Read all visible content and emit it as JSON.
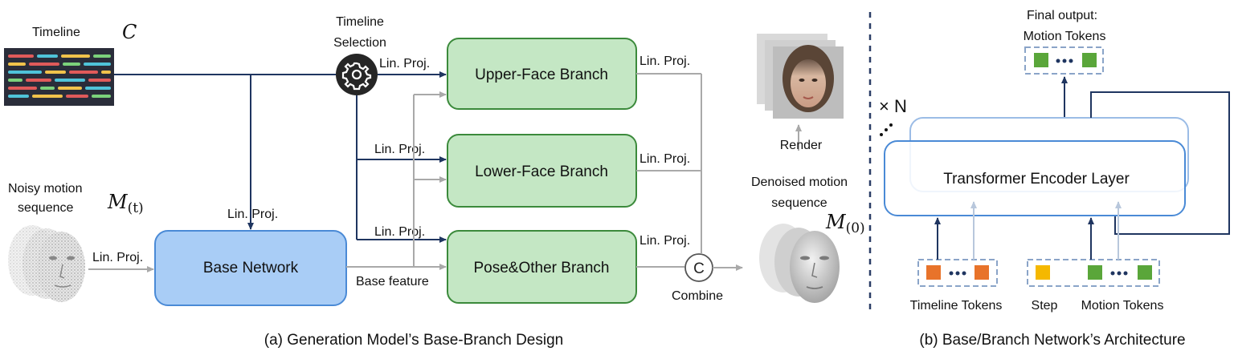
{
  "left": {
    "timeline_label": "Timeline",
    "timeline_symbol": "C",
    "noisy_label_line1": "Noisy motion",
    "noisy_label_line2": "sequence",
    "noisy_symbol": "M",
    "noisy_subscript": "(t)",
    "timeline_selection_line1": "Timeline",
    "timeline_selection_line2": "Selection",
    "lin_proj": "Lin. Proj.",
    "base_network": "Base Network",
    "base_feature": "Base feature",
    "upper_face": "Upper-Face Branch",
    "lower_face": "Lower-Face Branch",
    "pose_other": "Pose&Other Branch",
    "combine": "Combine",
    "combine_symbol": "C",
    "render": "Render",
    "denoised_line1": "Denoised motion",
    "denoised_line2": "sequence",
    "denoised_symbol": "M",
    "denoised_subscript": "(0)",
    "caption": "(a) Generation Model’s Base-Branch Design"
  },
  "right": {
    "final_output_line1": "Final output:",
    "final_output_line2": "Motion Tokens",
    "times_n": "× N",
    "transformer_layer": "Transformer Encoder Layer",
    "timeline_tokens": "Timeline Tokens",
    "step": "Step",
    "motion_tokens": "Motion Tokens",
    "caption": "(b) Base/Branch Network’s Architecture"
  },
  "colors": {
    "dark_arrow": "#1f3560",
    "gray_arrow": "#a9a9a9",
    "branch_fill": "#c4e7c4",
    "branch_stroke": "#3b8a3b",
    "base_fill": "#a9cdf6",
    "base_stroke": "#4a8ad6",
    "layer_stroke": "#4a8ad6",
    "token_orange": "#e8732a",
    "token_yellow": "#f5b800",
    "token_green": "#5aa63a"
  }
}
